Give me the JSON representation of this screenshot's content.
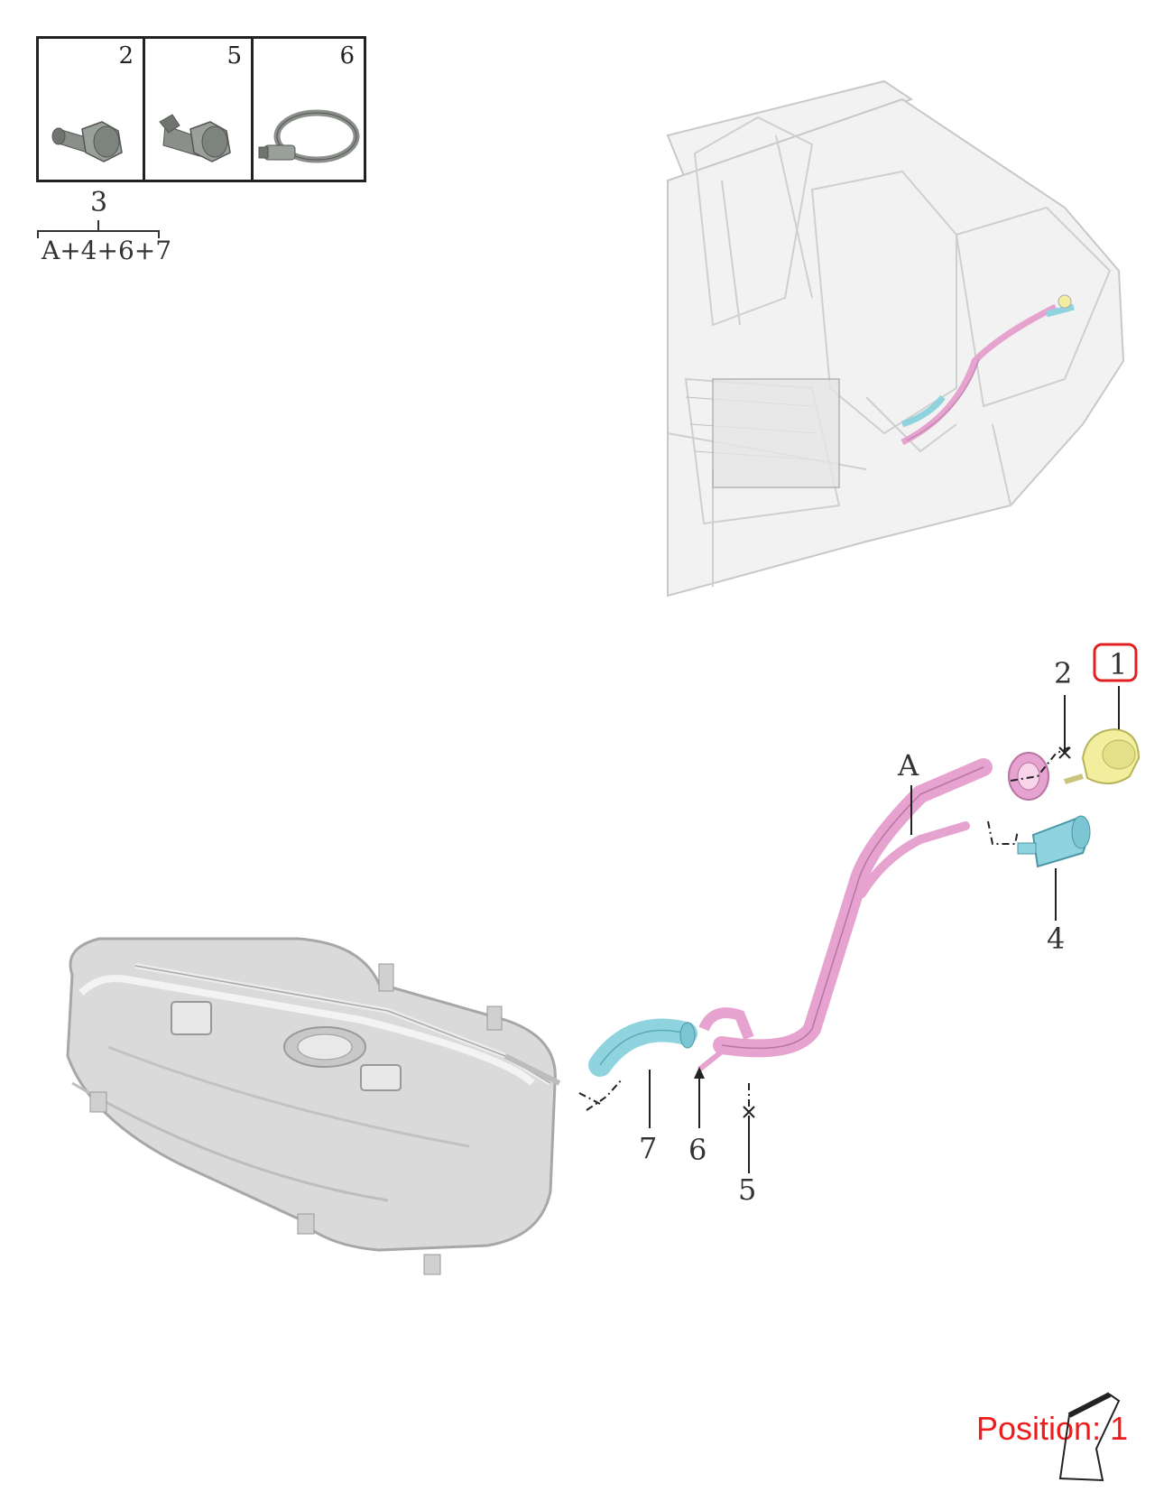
{
  "legend": {
    "cells": [
      {
        "number": "2",
        "icon": "bolt-icon"
      },
      {
        "number": "5",
        "icon": "bolt-with-clip-icon"
      },
      {
        "number": "6",
        "icon": "hose-clamp-icon"
      }
    ],
    "assembly_number": "3",
    "assembly_formula": "A+4+6+7"
  },
  "callouts": {
    "label_1": "1",
    "label_2": "2",
    "label_A": "A",
    "label_4": "4",
    "label_7": "7",
    "label_6": "6",
    "label_5": "5"
  },
  "highlight_color": "#e02020",
  "part_colors": {
    "filler_pipe": "#e6a3cf",
    "hoses": "#8fd3df",
    "fuel_cap": "#f1ef9e",
    "fuel_tank": "#d8d8d8"
  },
  "position_marker": {
    "text": "Position: 1"
  }
}
